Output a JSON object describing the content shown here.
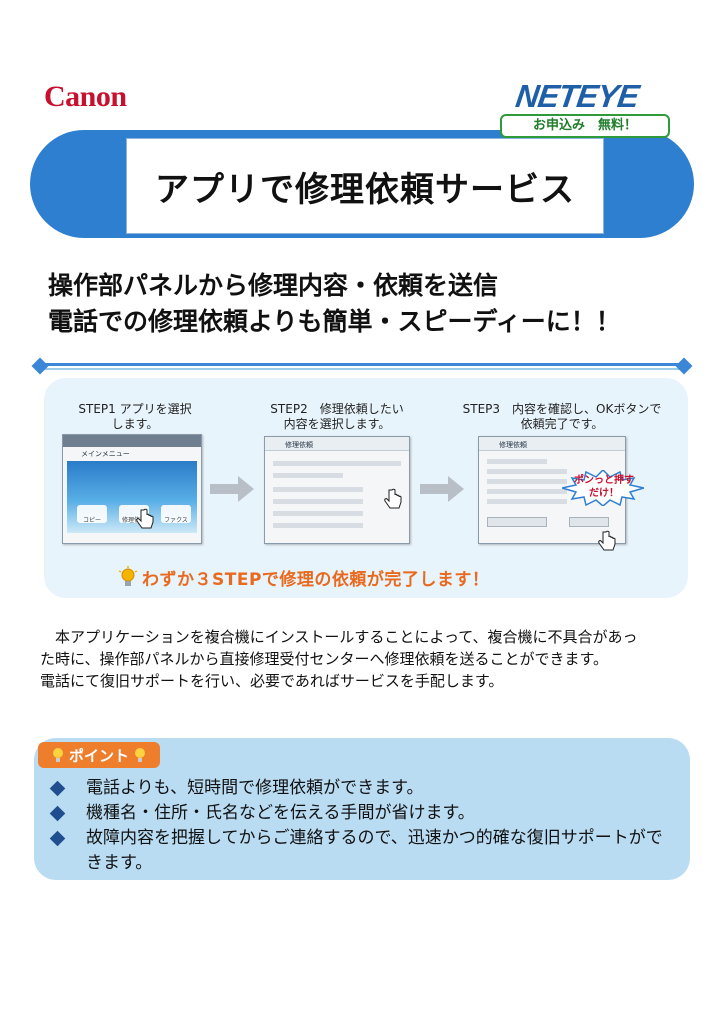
{
  "brand": {
    "canon": "Canon",
    "neteye": "NETEYE",
    "badge": "お申込み　無料！"
  },
  "title": "アプリで修理依頼サービス",
  "headline": {
    "line1": "操作部パネルから修理内容・依頼を送信",
    "line2": "電話での修理依頼よりも簡単・スピーディーに！！"
  },
  "steps": [
    {
      "line1": "STEP1 アプリを選択",
      "line2": "します。"
    },
    {
      "line1": "STEP2　修理依頼したい",
      "line2": "内容を選択します。"
    },
    {
      "line1": "STEP3　内容を確認し、OKボタンで",
      "line2": "依頼完了です。"
    }
  ],
  "screens": {
    "step1_title": "メインメニュー",
    "step1_tiles": [
      "コピー",
      "修理依頼",
      "ファクス"
    ],
    "step2_title": "修理依頼",
    "step3_title": "修理依頼",
    "burst": "ポンっと押すだけ！"
  },
  "summary": "わずか３STEPで修理の依頼が完了します！",
  "body": [
    "　本アプリケーションを複合機にインストールすることによって、複合機に不具合があっ",
    "た時に、操作部パネルから直接修理受付センターへ修理依頼を送ることができます。",
    "電話にて復旧サポートを行い、必要であればサービスを手配します。"
  ],
  "point": {
    "label": "ポイント",
    "items": [
      "電話よりも、短時間で修理依頼ができます。",
      "機種名・住所・氏名などを伝える手間が省けます。",
      "故障内容を把握してからご連絡するので、迅速かつ的確な復旧サポートができます。"
    ]
  },
  "colors": {
    "brand_red": "#c8102e",
    "brand_blue": "#1e5fa8",
    "band_blue": "#2f7fd0",
    "accent_orange": "#e9691e",
    "point_bg": "#b9dcf3"
  }
}
